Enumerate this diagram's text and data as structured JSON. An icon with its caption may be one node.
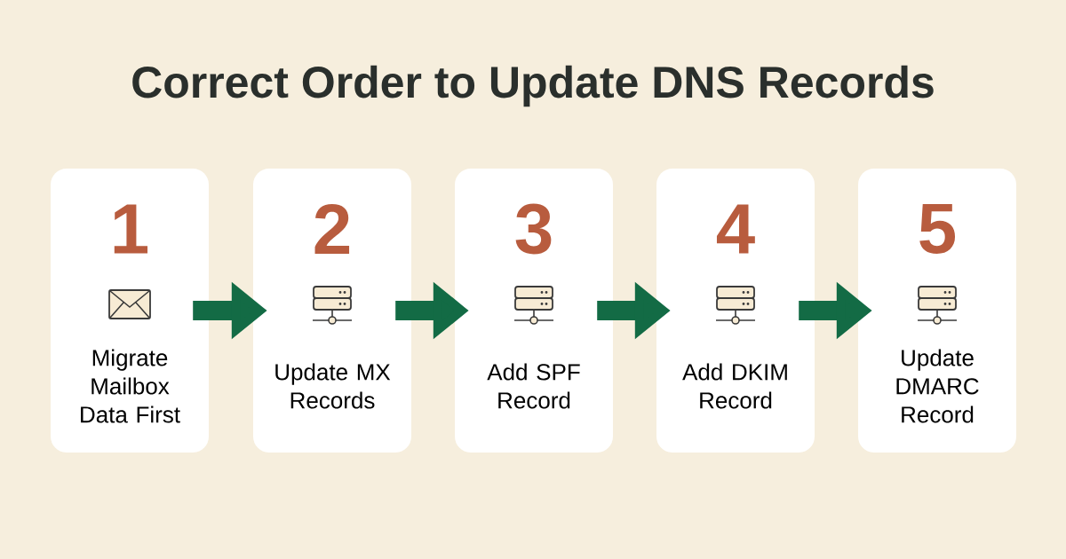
{
  "diagram": {
    "title": "Correct Order to Update DNS Records",
    "nodes": [
      {
        "text": [
          "1",
          "Migrate Mailbox Data First"
        ]
      },
      {
        "text": [
          "2",
          "Update MX Records"
        ]
      },
      {
        "text": [
          "3",
          "Add SPF Record"
        ]
      },
      {
        "text": [
          "4",
          "Add DKIM Record"
        ]
      },
      {
        "text": [
          "5",
          "Update DMARC Record"
        ]
      }
    ],
    "edges": [
      {
        "from": 0,
        "to": 1,
        "arrow": "to"
      },
      {
        "from": 1,
        "to": 2,
        "arrow": "to"
      },
      {
        "from": 2,
        "to": 3,
        "arrow": "to"
      },
      {
        "from": 3,
        "to": 4,
        "arrow": "to"
      }
    ]
  }
}
